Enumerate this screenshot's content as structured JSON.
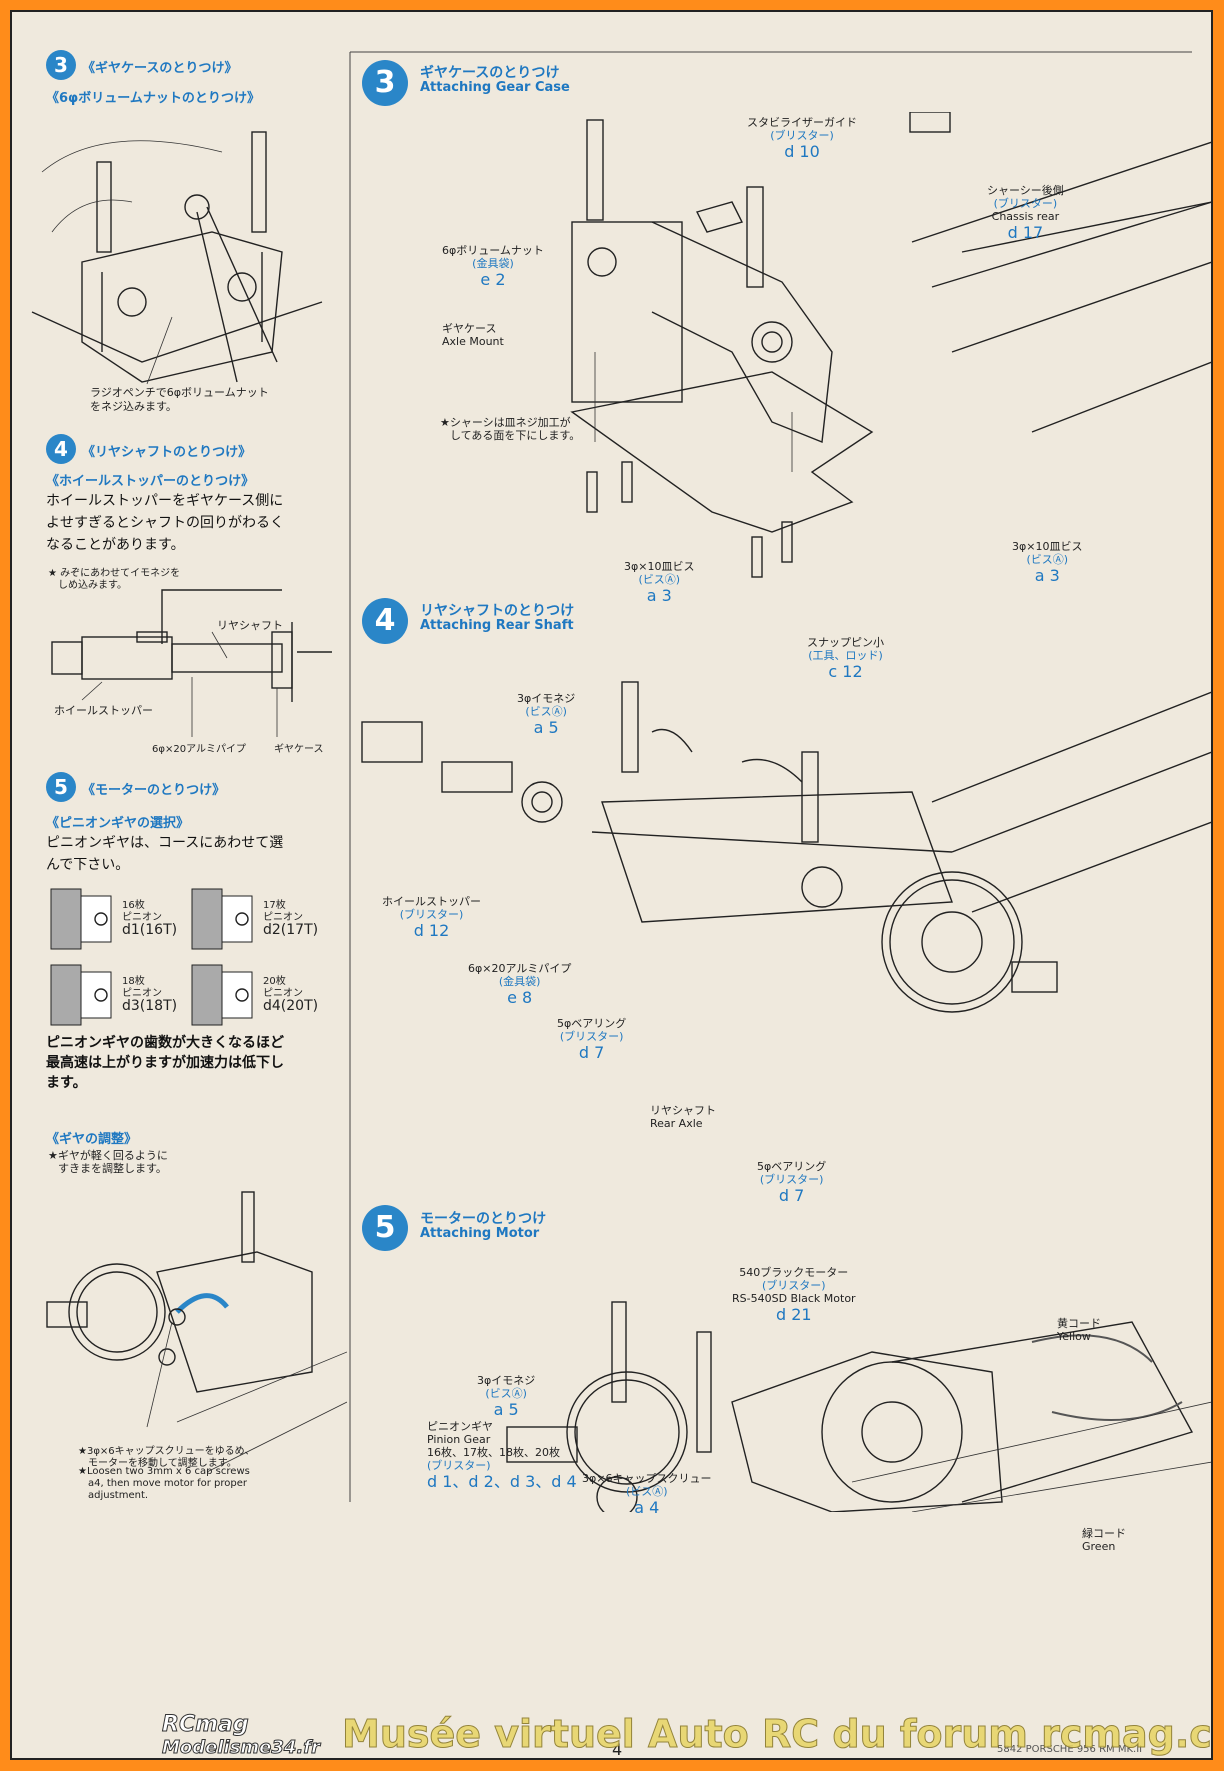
{
  "left": {
    "s3": {
      "num": "3",
      "title": "《ギヤケースのとりつけ》",
      "sub": "《6φボリュームナットのとりつけ》",
      "caption": [
        "ラジオペンチで6φボリュームナット",
        "をネジ込みます。"
      ]
    },
    "s4": {
      "num": "4",
      "title": "《リヤシャフトのとりつけ》",
      "sub": "《ホイールストッパーのとりつけ》",
      "body": [
        "ホイールストッパーをギヤケース側に",
        "よせすぎるとシャフトの回りがわるく",
        "なることがあります。"
      ],
      "note": [
        "★ みぞにあわせてイモネジを",
        "しめ込みます。"
      ],
      "labels": {
        "shaft": "リヤシャフト",
        "stopper": "ホイールストッパー",
        "pipe": "6φ×20アルミパイプ",
        "case": "ギヤケース"
      }
    },
    "s5": {
      "num": "5",
      "title": "《モーターのとりつけ》",
      "sub": "《ピニオンギヤの選択》",
      "body": [
        "ピニオンギヤは、コースにあわせて選",
        "んで下さい。"
      ],
      "gears": [
        {
          "count": "16枚",
          "name": "ピニオン",
          "code": "d1(16T)"
        },
        {
          "count": "17枚",
          "name": "ピニオン",
          "code": "d2(17T)"
        },
        {
          "count": "18枚",
          "name": "ピニオン",
          "code": "d3(18T)"
        },
        {
          "count": "20枚",
          "name": "ピニオン",
          "code": "d4(20T)"
        }
      ],
      "note": [
        "ピニオンギヤの歯数が大きくなるほど",
        "最高速は上がりますが加速力は低下し",
        "ます。"
      ],
      "adjust_title": "《ギヤの調整》",
      "adjust_note": [
        "★ギヤが軽く回るように",
        "すきまを調整します。"
      ],
      "bottom_note": [
        "★3φ×6キャップスクリューをゆるめ、",
        "モーターを移動して調整します。",
        "★Loosen two 3mm x 6 cap screws",
        "a4, then move motor for proper",
        "adjustment."
      ]
    }
  },
  "right": {
    "s3": {
      "num": "3",
      "jp": "ギヤケースのとりつけ",
      "en": "Attaching Gear Case",
      "labels": {
        "stab": {
          "jp": "スタビライザーガイド",
          "sub": "(ブリスター)",
          "code": "d 10"
        },
        "chassis": {
          "jp": "シャーシー後側",
          "sub": "(ブリスター)",
          "en": "Chassis rear",
          "code": "d 17"
        },
        "nut": {
          "jp": "6φボリュームナット",
          "sub": "(金具袋)",
          "code": "e 2"
        },
        "axle": {
          "jp": "ギヤケース",
          "en": "Axle Mount"
        },
        "note": [
          "★シャーシは皿ネジ加工が",
          "してある面を下にします。"
        ],
        "screw1": {
          "jp": "3φ×10皿ビス",
          "sub": "(ビスⒶ)",
          "code": "a 3"
        },
        "screw2": {
          "jp": "3φ×10皿ビス",
          "sub": "(ビスⒶ)",
          "code": "a 3"
        }
      }
    },
    "s4": {
      "num": "4",
      "jp": "リヤシャフトのとりつけ",
      "en": "Attaching Rear Shaft",
      "labels": {
        "snap": {
          "jp": "スナップピン小",
          "sub": "(工具、ロッド)",
          "code": "c 12"
        },
        "imo": {
          "jp": "3φイモネジ",
          "sub": "(ビスⒶ)",
          "code": "a 5"
        },
        "stopper": {
          "jp": "ホイールストッパー",
          "sub": "(ブリスター)",
          "code": "d 12"
        },
        "pipe": {
          "jp": "6φ×20アルミパイプ",
          "sub": "(金具袋)",
          "code": "e 8"
        },
        "bearing1": {
          "jp": "5φベアリング",
          "sub": "(ブリスター)",
          "code": "d 7"
        },
        "axle": {
          "jp": "リヤシャフト",
          "en": "Rear Axle"
        },
        "bearing2": {
          "jp": "5φベアリング",
          "sub": "(ブリスター)",
          "code": "d 7"
        }
      }
    },
    "s5": {
      "num": "5",
      "jp": "モーターのとりつけ",
      "en": "Attaching Motor",
      "labels": {
        "motor": {
          "jp": "540ブラックモーター",
          "sub": "(ブリスター)",
          "en": "RS-540SD Black Motor",
          "code": "d 21"
        },
        "yellow": {
          "jp": "黄コード",
          "en": "Yellow"
        },
        "green": {
          "jp": "緑コード",
          "en": "Green"
        },
        "imo": {
          "jp": "3φイモネジ",
          "sub": "(ビスⒶ)",
          "code": "a 5"
        },
        "pinion": {
          "jp": "ピニオンギヤ",
          "en": "Pinion Gear",
          "sizes": "16枚、17枚、18枚、20枚",
          "sub": "(ブリスター)",
          "code": "d 1、d 2、d 3、d 4"
        },
        "cap": {
          "jp": "3φ×6キャップスクリュー",
          "sub": "(ビスⒶ)",
          "code": "a 4"
        }
      }
    }
  },
  "footer": {
    "page": "4",
    "ref": "5842   PORSCHE 956 RM MK.II"
  },
  "watermark": {
    "text": "Musée virtuel Auto RC du forum rcmag.com",
    "logo1": "RCmag",
    "logo2": "Modelisme34.fr"
  }
}
